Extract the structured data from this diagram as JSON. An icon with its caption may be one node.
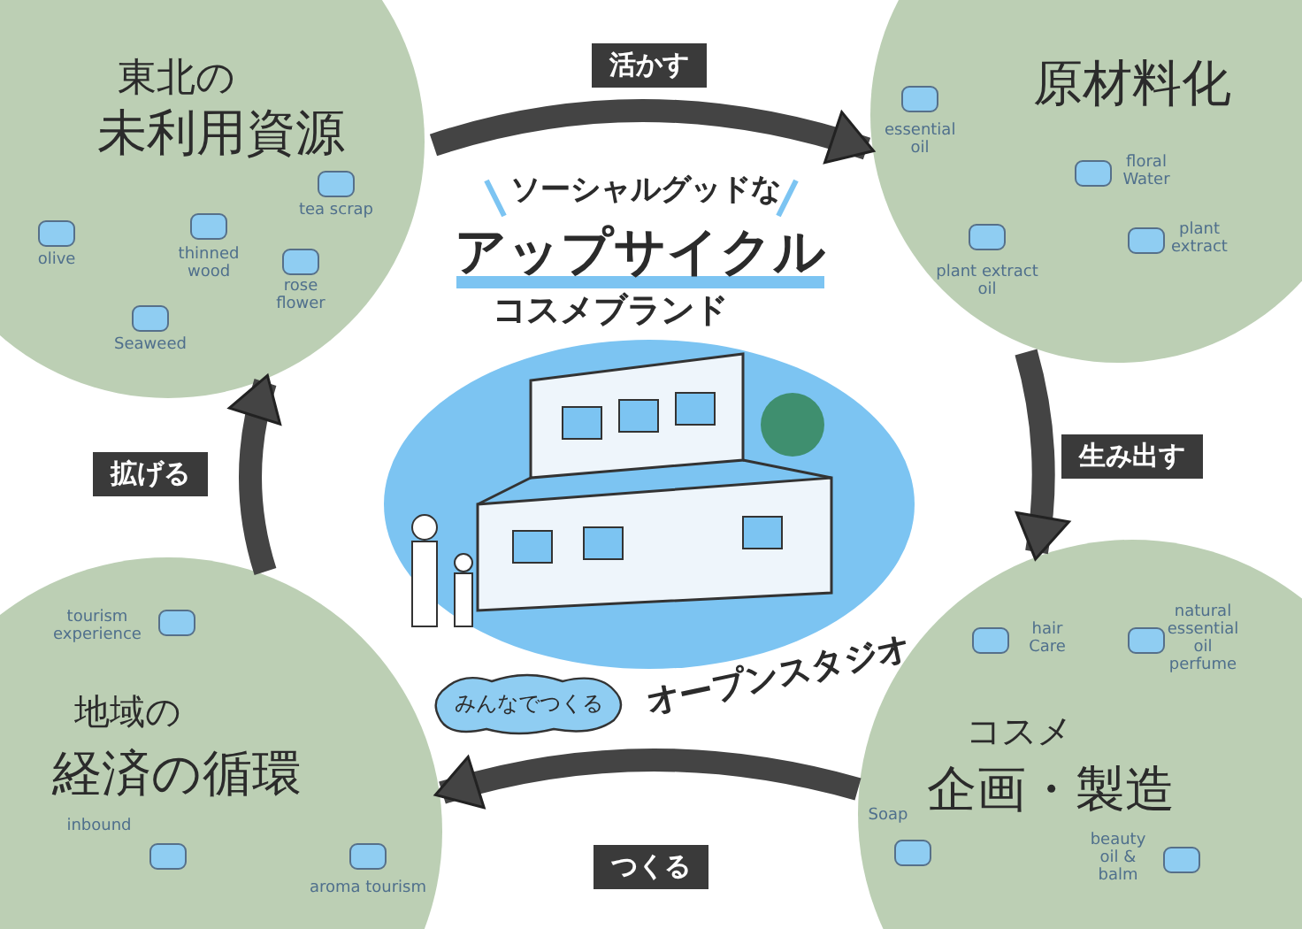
{
  "diagram": {
    "nodes": [
      {
        "text": [
          "東北の",
          "未利用資源",
          "tea scrap",
          "olive",
          "thinned wood",
          "rose flower",
          "Seaweed"
        ]
      },
      {
        "text": [
          "原材料化",
          "essential oil",
          "floral Water",
          "plant extract oil",
          "plant extract"
        ]
      },
      {
        "text": [
          "hair Care",
          "natural essential oil perfume",
          "コスメ",
          "企画・製造",
          "Soap",
          "beauty oil & balm"
        ]
      },
      {
        "text": [
          "tourism experience",
          "地域の",
          "経済の循環",
          "inbound",
          "aroma tourism"
        ]
      },
      {
        "text": [
          "みんなでつくる"
        ]
      }
    ],
    "edges": [
      {
        "from": 0,
        "to": 1,
        "arrow": "to",
        "label": "活かす"
      },
      {
        "from": 1,
        "to": 2,
        "arrow": "to",
        "label": "生み出す"
      },
      {
        "from": 2,
        "to": 3,
        "arrow": "to",
        "label": "つくる"
      },
      {
        "from": 3,
        "to": 0,
        "arrow": "to",
        "label": "拡げる"
      }
    ],
    "labels": [
      "ソーシャルグッドな",
      "アップサイクル",
      "コスメブランド",
      "オープンスタジオ"
    ]
  }
}
